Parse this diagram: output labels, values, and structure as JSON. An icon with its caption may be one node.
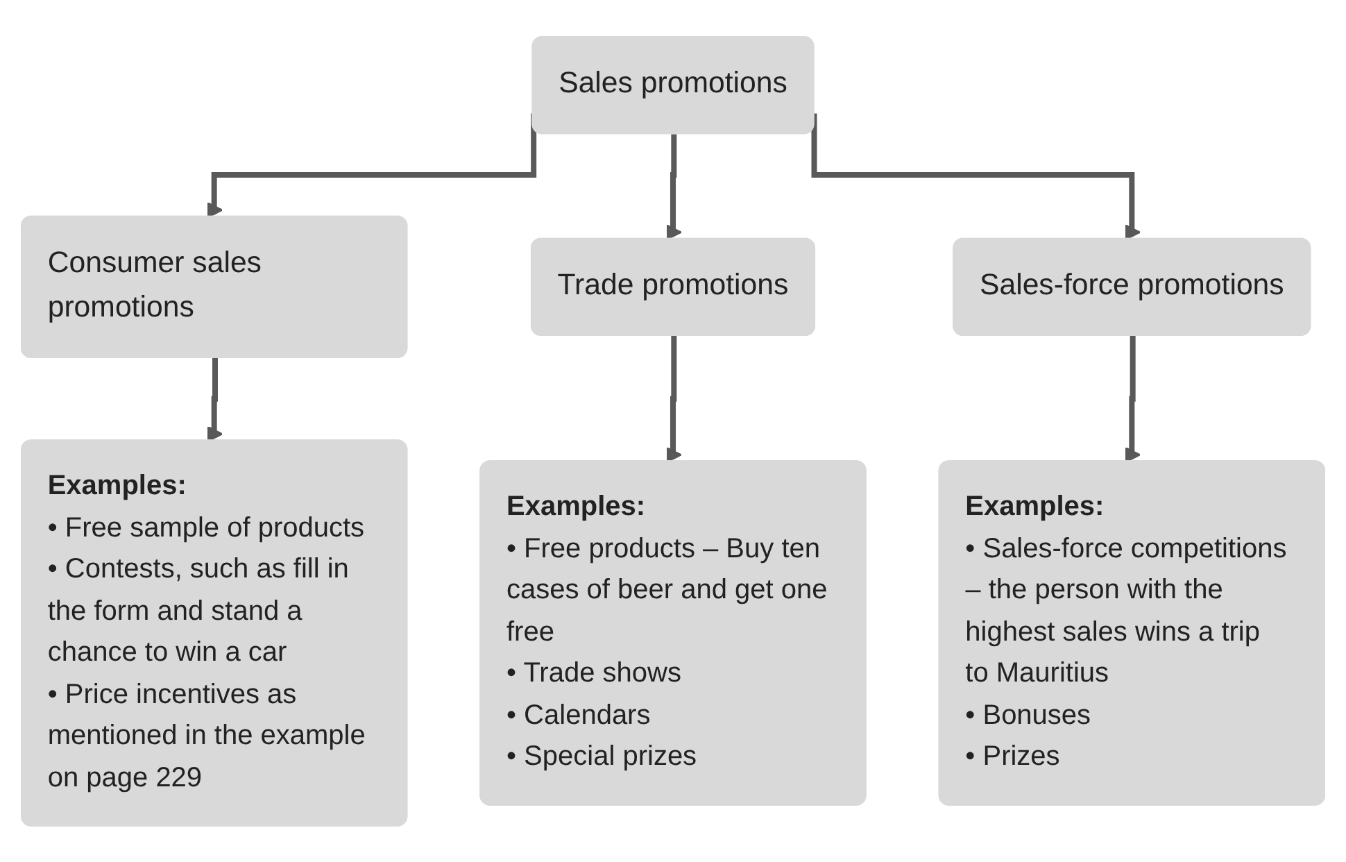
{
  "diagram": {
    "nodes": [
      {
        "text": [
          "Sales promotions"
        ]
      },
      {
        "text": [
          "Consumer sales promotions"
        ]
      },
      {
        "text": [
          "Trade promotions"
        ]
      },
      {
        "text": [
          "Sales-force promotions"
        ]
      },
      {
        "text": [
          "Examples:",
          "• Free sample of products",
          "• Contests, such as fill in the form and stand a chance to win a car",
          "• Price incentives as mentioned in the example on page 229"
        ]
      },
      {
        "text": [
          "Examples:",
          "• Free products – Buy ten cases of beer and get one free",
          "• Trade shows",
          "• Calendars",
          "• Special prizes"
        ]
      },
      {
        "text": [
          "Examples:",
          "• Sales-force competitions – the person with the highest sales wins a trip to Mauritius",
          "• Bonuses",
          "• Prizes"
        ]
      }
    ],
    "edges": [
      {
        "from": 0,
        "to": 1,
        "arrow": "to"
      },
      {
        "from": 0,
        "to": 2,
        "arrow": "to"
      },
      {
        "from": 0,
        "to": 3,
        "arrow": "to"
      },
      {
        "from": 1,
        "to": 4,
        "arrow": "to"
      },
      {
        "from": 2,
        "to": 5,
        "arrow": "to"
      },
      {
        "from": 3,
        "to": 6,
        "arrow": "to"
      }
    ]
  }
}
